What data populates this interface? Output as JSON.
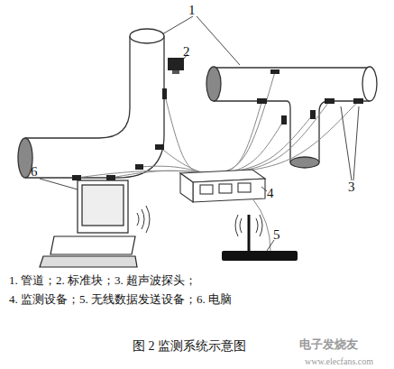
{
  "diagram": {
    "caption": "图 2 监测系统示意图",
    "labels": [
      "1",
      "2",
      "3",
      "4",
      "5",
      "6",
      "1. 管道；2. 标准块；3. 超声波探头；",
      "4. 监测设备；5. 无线数据发送设备；6. 电脑",
      "电子发烧友",
      "www.elecfans.com"
    ]
  }
}
